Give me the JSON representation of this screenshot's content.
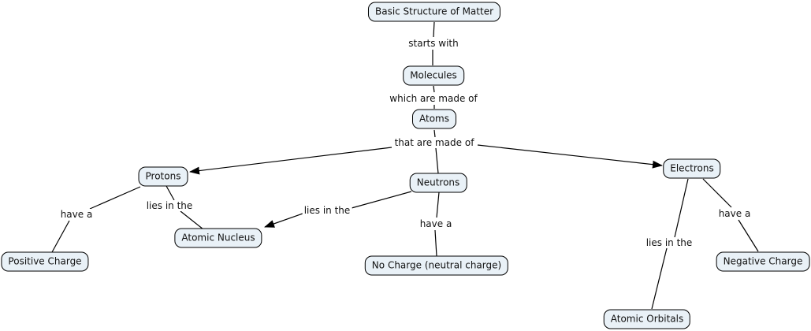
{
  "diagram": {
    "type": "concept-map",
    "nodes": {
      "basic_structure_of_matter": {
        "label": "Basic Structure of Matter"
      },
      "molecules": {
        "label": "Molecules"
      },
      "atoms": {
        "label": "Atoms"
      },
      "protons": {
        "label": "Protons"
      },
      "neutrons": {
        "label": "Neutrons"
      },
      "electrons": {
        "label": "Electrons"
      },
      "atomic_nucleus": {
        "label": "Atomic Nucleus"
      },
      "positive_charge": {
        "label": "Positive Charge"
      },
      "no_charge": {
        "label": "No Charge (neutral charge)"
      },
      "negative_charge": {
        "label": "Negative Charge"
      },
      "atomic_orbitals": {
        "label": "Atomic Orbitals"
      }
    },
    "link_labels": {
      "starts_with": {
        "label": "starts with"
      },
      "which_are_made_of": {
        "label": "which are made of"
      },
      "that_are_made_of": {
        "label": "that are made of"
      },
      "protons_lies_in_the": {
        "label": "lies in the"
      },
      "protons_have_a": {
        "label": "have a"
      },
      "neutrons_lies_in_the": {
        "label": "lies in the"
      },
      "neutrons_have_a": {
        "label": "have a"
      },
      "electrons_have_a": {
        "label": "have a"
      },
      "electrons_lies_in_the": {
        "label": "lies in the"
      }
    },
    "edges": [
      {
        "from": "Basic Structure of Matter",
        "label": "starts with",
        "to": "Molecules"
      },
      {
        "from": "Molecules",
        "label": "which are made of",
        "to": "Atoms"
      },
      {
        "from": "Atoms",
        "label": "that are made of",
        "to": "Protons"
      },
      {
        "from": "Atoms",
        "label": "that are made of",
        "to": "Neutrons"
      },
      {
        "from": "Atoms",
        "label": "that are made of",
        "to": "Electrons"
      },
      {
        "from": "Protons",
        "label": "lies in the",
        "to": "Atomic Nucleus"
      },
      {
        "from": "Protons",
        "label": "have a",
        "to": "Positive Charge"
      },
      {
        "from": "Neutrons",
        "label": "lies in the",
        "to": "Atomic Nucleus"
      },
      {
        "from": "Neutrons",
        "label": "have a",
        "to": "No Charge (neutral charge)"
      },
      {
        "from": "Electrons",
        "label": "have a",
        "to": "Negative Charge"
      },
      {
        "from": "Electrons",
        "label": "lies in the",
        "to": "Atomic Orbitals"
      }
    ],
    "colors": {
      "node_fill": "#e9f1f7",
      "node_border": "#000000",
      "line": "#000000",
      "text": "#111111",
      "background": "#ffffff"
    }
  }
}
